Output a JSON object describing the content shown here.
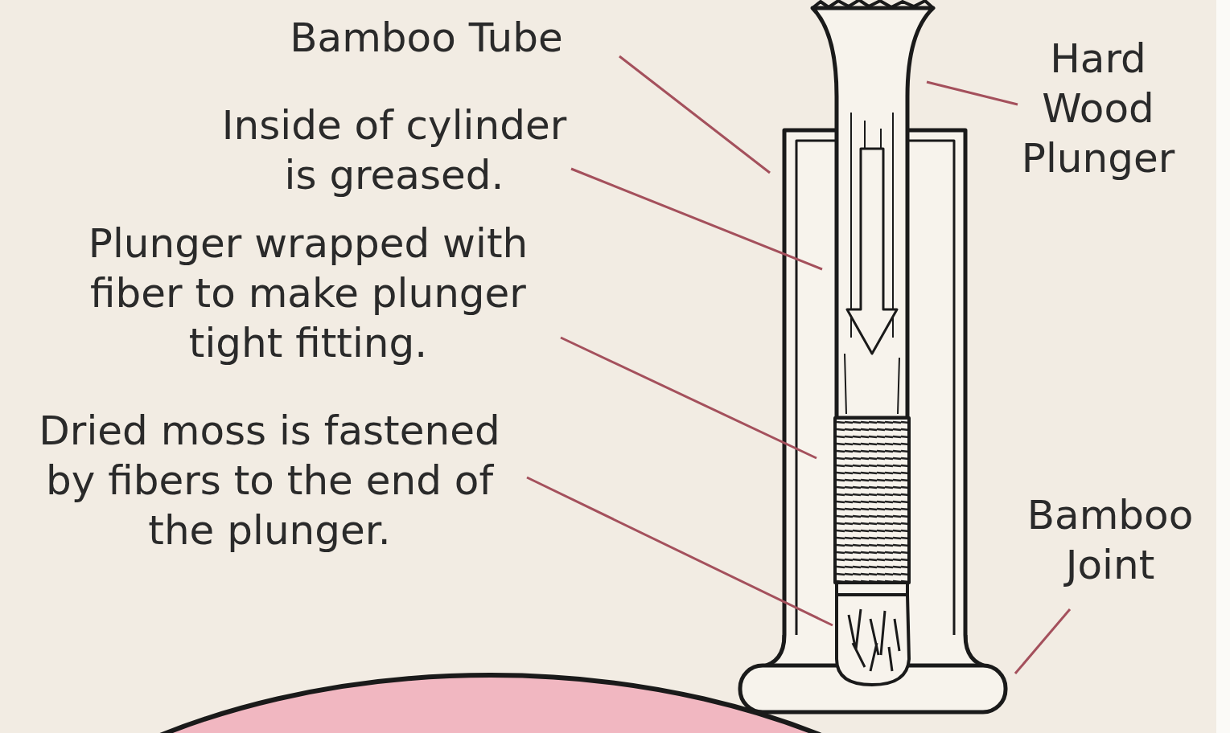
{
  "diagram": {
    "labels": [
      "Bamboo Tube",
      "Inside of cylinder is greased.",
      "Plunger wrapped with fiber to make plunger tight fitting.",
      "Dried moss is fastened by fibers to the end of the plunger.",
      "Hard Wood Plunger",
      "Bamboo Joint"
    ]
  }
}
